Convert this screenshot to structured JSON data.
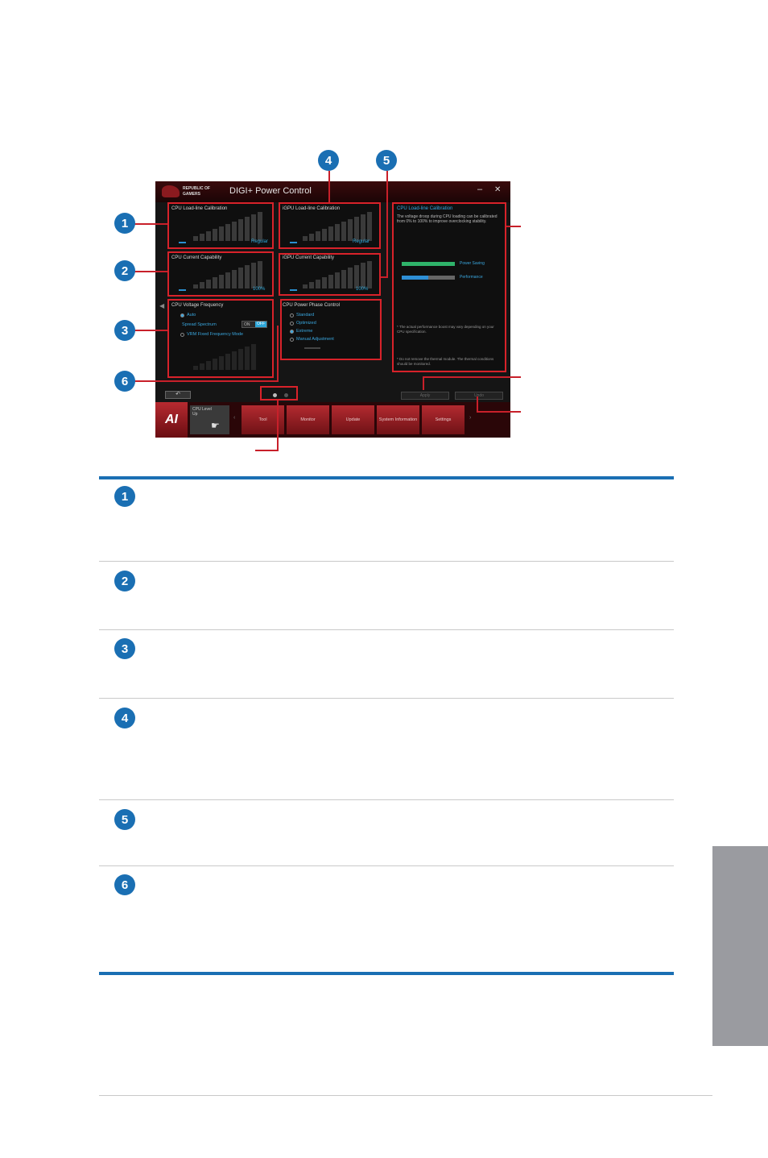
{
  "window": {
    "brand_line1": "REPUBLIC OF",
    "brand_line2": "GAMERS",
    "title": "DIGI+ Power Control",
    "minimize": "–",
    "close": "✕"
  },
  "panels": {
    "cpu_llc": {
      "title": "CPU Load-line Calibration",
      "value": "Regular",
      "bar_fill": 0.0
    },
    "igpu_llc": {
      "title": "iGPU Load-line Calibration",
      "value": "Regular",
      "bar_fill": 0.0
    },
    "cpu_current": {
      "title": "CPU Current Capability",
      "value": "100%",
      "bar_fill": 0.0
    },
    "igpu_current": {
      "title": "iGPU Current Capability",
      "value": "100%",
      "bar_fill": 0.0
    },
    "cpu_voltage_freq": {
      "title": "CPU Voltage Frequency",
      "opt_auto": "Auto",
      "spread_label": "Spread Spectrum",
      "toggle_on": "ON",
      "toggle_off": "OFF",
      "opt_vrm": "VRM Fixed Frequency Mode"
    },
    "cpu_phase": {
      "title": "CPU Power Phase Control",
      "options": [
        "Standard",
        "Optimized",
        "Extreme",
        "Manual Adjustment"
      ],
      "selected": "Extreme"
    }
  },
  "info": {
    "title": "CPU Load-line Calibration",
    "text": "The voltage droop during CPU loading can be calibrated from 0% to 100% to improve overclocking stability.",
    "bar1_label": "Power Saving",
    "bar2_label": "Performance",
    "note1": "* The actual performance boost may vary depending on your CPU specification.",
    "note2": "* Do not remove the thermal module. The thermal conditions should be monitored.",
    "apply": "Apply",
    "undo": "Undo"
  },
  "toolbar": {
    "logo": "AI",
    "cpu_level_up": "CPU Level Up",
    "tool": "Tool",
    "monitor": "Monitor",
    "update": "Update",
    "system_info": "System Information",
    "settings": "Settings"
  },
  "callouts": [
    "1",
    "2",
    "3",
    "4",
    "5",
    "6"
  ],
  "colors": {
    "accent_blue": "#1a6fb3",
    "highlight_red": "#d8222a",
    "side_tab": "#9a9ba0"
  }
}
